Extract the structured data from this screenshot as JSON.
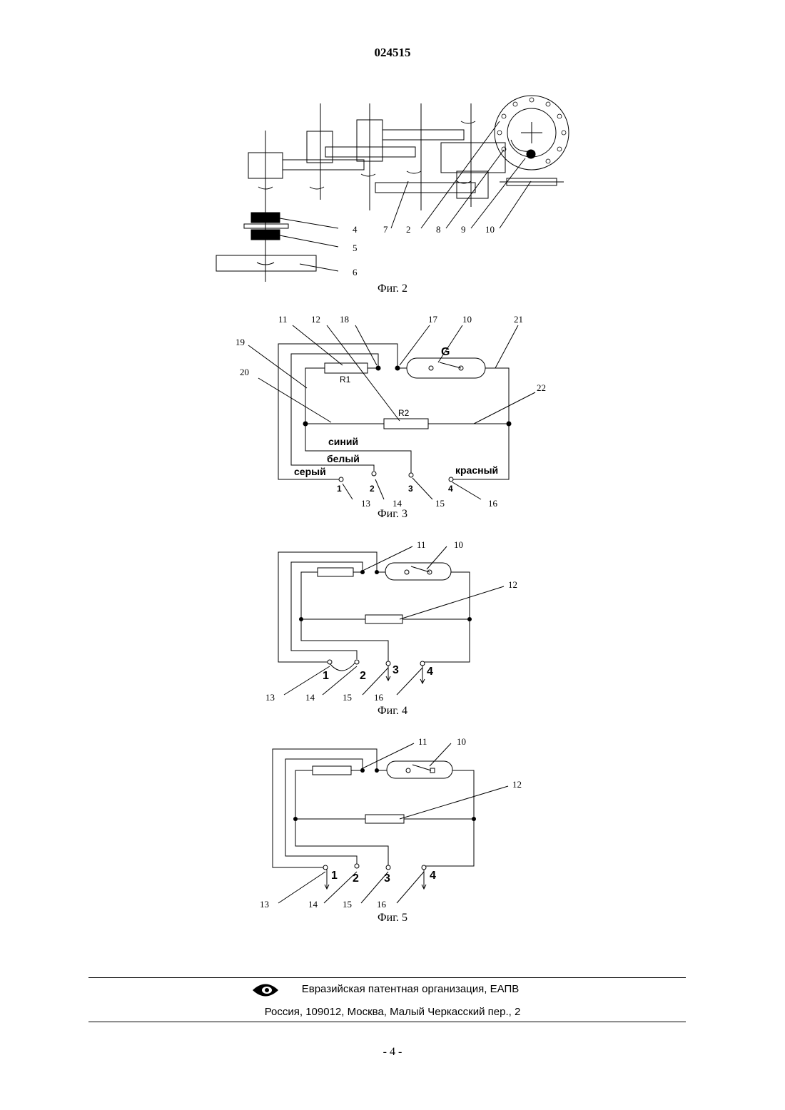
{
  "header": {
    "doc_number": "024515"
  },
  "figures": {
    "fig2": {
      "caption": "Фиг. 2",
      "labels": [
        "4",
        "5",
        "6",
        "7",
        "2",
        "8",
        "9",
        "10"
      ]
    },
    "fig3": {
      "caption": "Фиг. 3",
      "top_labels": [
        "11",
        "12",
        "18",
        "17",
        "10",
        "21",
        "19",
        "20",
        "22"
      ],
      "component_labels": {
        "r1": "R1",
        "r2": "R2",
        "g": "G"
      },
      "wire_colors": {
        "blue": "синий",
        "white": "белый",
        "gray": "серый",
        "red": "красный"
      },
      "terminals": [
        "1",
        "2",
        "3",
        "4"
      ],
      "bottom_labels": [
        "13",
        "14",
        "15",
        "16"
      ]
    },
    "fig4": {
      "caption": "Фиг. 4",
      "top_labels": [
        "11",
        "10",
        "12"
      ],
      "terminals": [
        "1",
        "2",
        "3",
        "4"
      ],
      "bottom_labels": [
        "13",
        "14",
        "15",
        "16"
      ]
    },
    "fig5": {
      "caption": "Фиг. 5",
      "top_labels": [
        "11",
        "10",
        "12"
      ],
      "terminals": [
        "1",
        "2",
        "3",
        "4"
      ],
      "bottom_labels": [
        "13",
        "14",
        "15",
        "16"
      ]
    }
  },
  "footer": {
    "org_line": "Евразийская патентная организация, ЕАПВ",
    "address_line": "Россия, 109012, Москва, Малый Черкасский пер., 2",
    "page_number": "- 4 -"
  }
}
